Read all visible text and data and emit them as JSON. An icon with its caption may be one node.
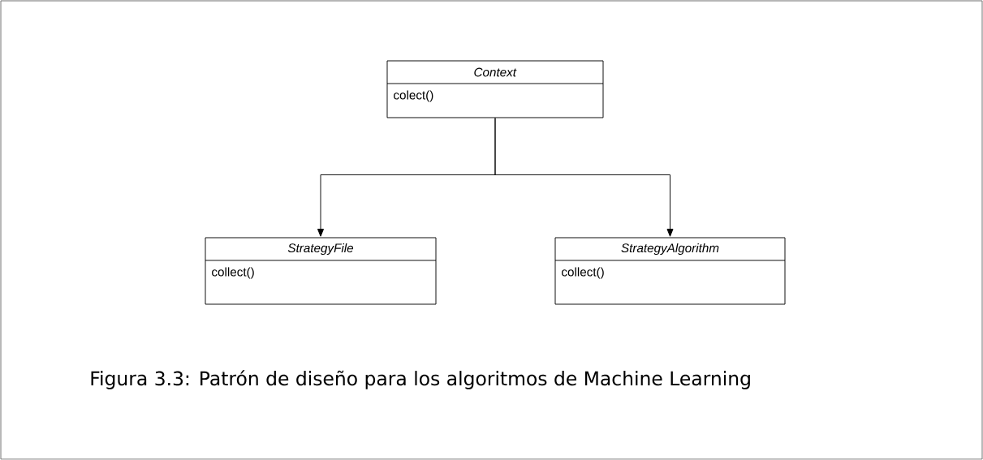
{
  "diagram": {
    "caption": "Figura 3.3: Patrón de diseño para los algoritmos de Machine Learning",
    "nodes": [
      {
        "text": [
          "*Context*",
          "colect()"
        ]
      },
      {
        "text": [
          "*StrategyFile*",
          "collect()"
        ]
      },
      {
        "text": [
          "*StrategyAlgorithm*",
          "collect()"
        ]
      }
    ],
    "edges": [
      {
        "from": 0,
        "to": 1,
        "arrow": "to"
      },
      {
        "from": 0,
        "to": 2,
        "arrow": "to"
      }
    ]
  }
}
